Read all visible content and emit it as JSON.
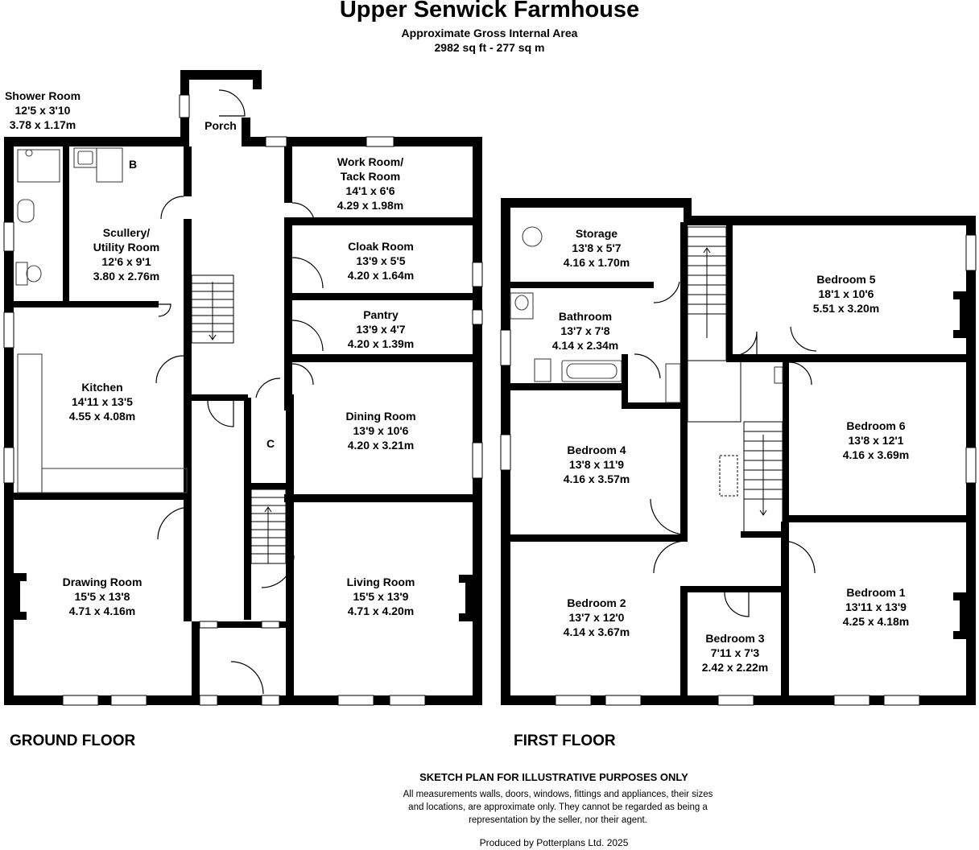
{
  "header": {
    "title": "Upper Senwick Farmhouse",
    "subtitle_line1": "Approximate Gross Internal Area",
    "subtitle_line2": "2982 sq ft - 277 sq m"
  },
  "ground_floor": {
    "label": "GROUND FLOOR",
    "rooms": {
      "shower_room": {
        "name": "Shower Room",
        "imperial": "12'5 x 3'10",
        "metric": "3.78 x 1.17m"
      },
      "porch": {
        "name": "Porch"
      },
      "work_room": {
        "name_line1": "Work Room/",
        "name_line2": "Tack Room",
        "imperial": "14'1 x 6'6",
        "metric": "4.29 x 1.98m"
      },
      "scullery": {
        "name_line1": "Scullery/",
        "name_line2": "Utility Room",
        "imperial": "12'6 x 9'1",
        "metric": "3.80 x 2.76m"
      },
      "cloak_room": {
        "name": "Cloak Room",
        "imperial": "13'9 x 5'5",
        "metric": "4.20 x 1.64m"
      },
      "pantry": {
        "name": "Pantry",
        "imperial": "13'9 x 4'7",
        "metric": "4.20 x 1.39m"
      },
      "kitchen": {
        "name": "Kitchen",
        "imperial": "14'11 x 13'5",
        "metric": "4.55 x 4.08m"
      },
      "dining_room": {
        "name": "Dining Room",
        "imperial": "13'9 x 10'6",
        "metric": "4.20 x 3.21m"
      },
      "drawing_room": {
        "name": "Drawing Room",
        "imperial": "15'5 x 13'8",
        "metric": "4.71 x 4.16m"
      },
      "living_room": {
        "name": "Living Room",
        "imperial": "15'5 x 13'9",
        "metric": "4.71 x 4.20m"
      },
      "boiler_marker": "B",
      "cupboard_marker": "C"
    }
  },
  "first_floor": {
    "label": "FIRST FLOOR",
    "rooms": {
      "storage": {
        "name": "Storage",
        "imperial": "13'8 x 5'7",
        "metric": "4.16 x 1.70m"
      },
      "bathroom": {
        "name": "Bathroom",
        "imperial": "13'7 x 7'8",
        "metric": "4.14 x 2.34m"
      },
      "bedroom5": {
        "name": "Bedroom 5",
        "imperial": "18'1 x 10'6",
        "metric": "5.51 x 3.20m"
      },
      "bedroom6": {
        "name": "Bedroom 6",
        "imperial": "13'8 x 12'1",
        "metric": "4.16 x 3.69m"
      },
      "bedroom4": {
        "name": "Bedroom 4",
        "imperial": "13'8 x 11'9",
        "metric": "4.16 x 3.57m"
      },
      "bedroom2": {
        "name": "Bedroom 2",
        "imperial": "13'7 x 12'0",
        "metric": "4.14 x 3.67m"
      },
      "bedroom3": {
        "name": "Bedroom 3",
        "imperial": "7'11 x 7'3",
        "metric": "2.42 x 2.22m"
      },
      "bedroom1": {
        "name": "Bedroom 1",
        "imperial": "13'11 x 13'9",
        "metric": "4.25 x 4.18m"
      }
    }
  },
  "footer": {
    "heading": "SKETCH PLAN FOR ILLUSTRATIVE PURPOSES ONLY",
    "disclaimer": "All measurements walls, doors, windows, fittings and appliances, their sizes and locations, are approximate only. They cannot be regarded as being a representation by the seller, nor their agent.",
    "credit": "Produced by Potterplans Ltd. 2025"
  },
  "colors": {
    "wall": "#000000",
    "background": "#ffffff",
    "fixture": "#444444"
  }
}
